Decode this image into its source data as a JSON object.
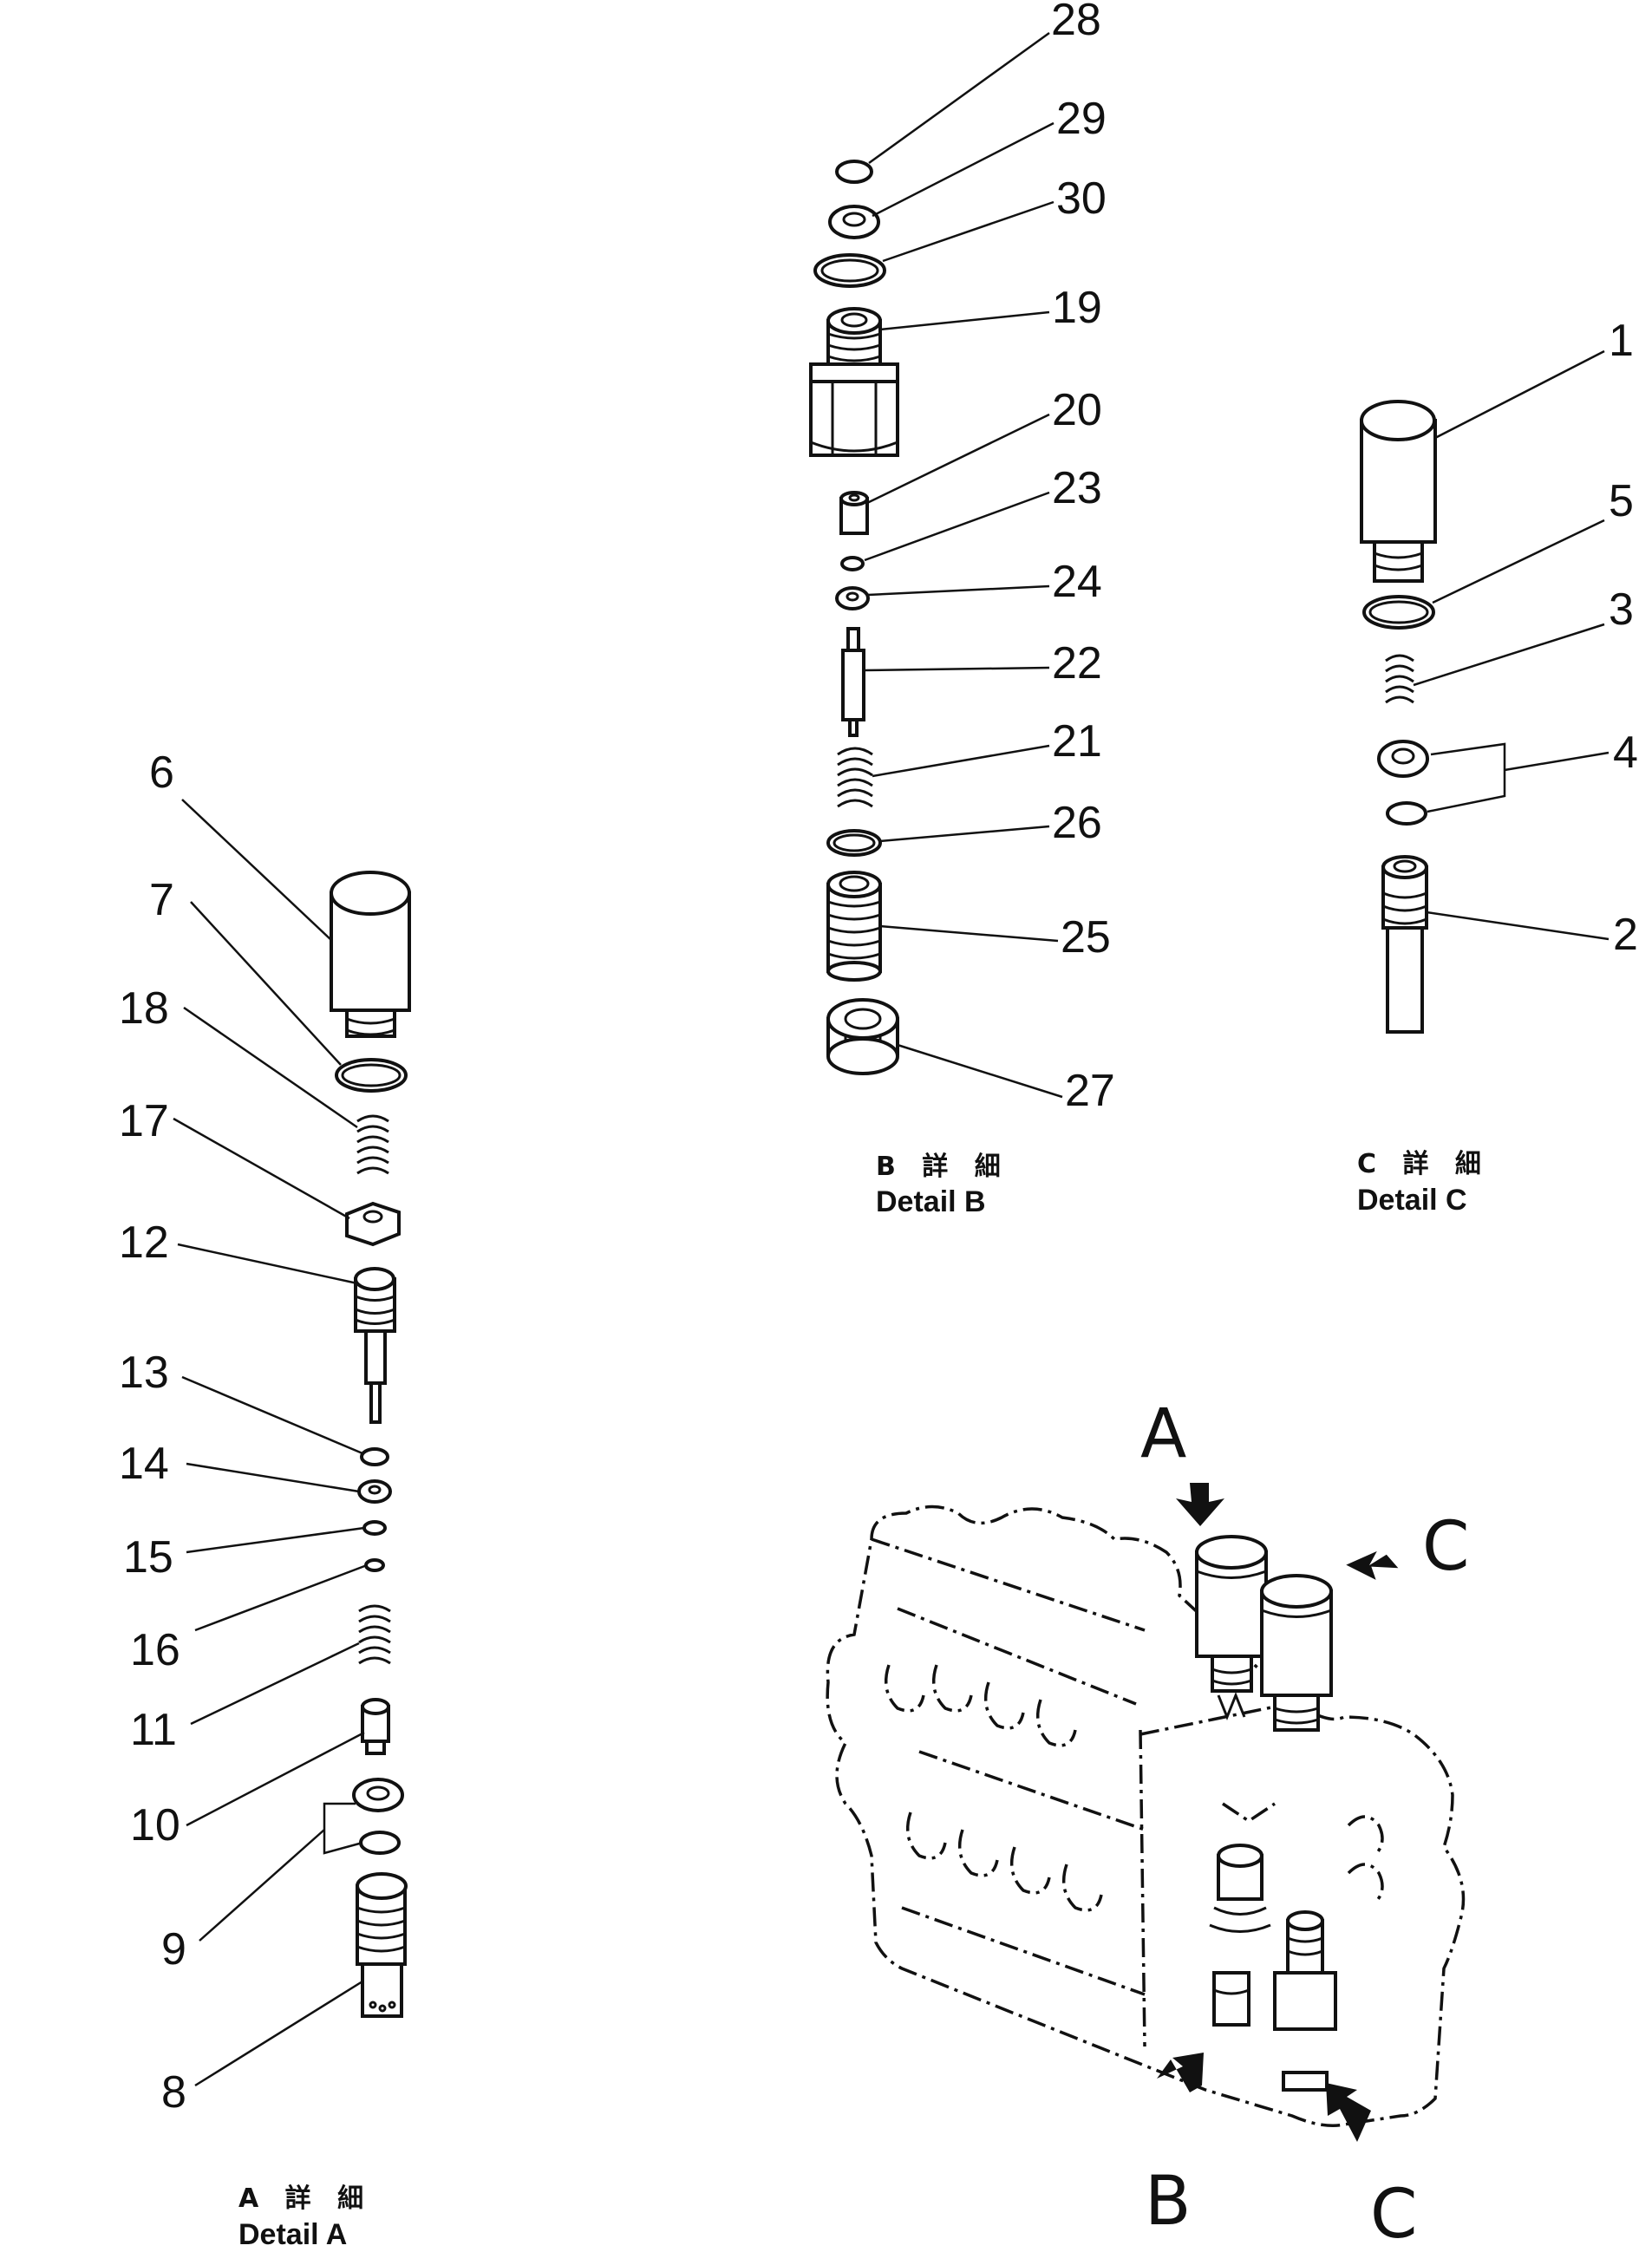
{
  "detail_a": {
    "caption_jp": "A 詳 細",
    "caption_en": "Detail A",
    "labels": {
      "p6": "6",
      "p7": "7",
      "p18": "18",
      "p17": "17",
      "p12": "12",
      "p13": "13",
      "p14": "14",
      "p15": "15",
      "p16": "16",
      "p11": "11",
      "p10": "10",
      "p9": "9",
      "p8": "8"
    }
  },
  "detail_b": {
    "caption_jp": "B 詳 細",
    "caption_en": "Detail B",
    "labels": {
      "p28": "28",
      "p29": "29",
      "p30": "30",
      "p19": "19",
      "p20": "20",
      "p23": "23",
      "p24": "24",
      "p22": "22",
      "p21": "21",
      "p26": "26",
      "p25": "25",
      "p27": "27"
    }
  },
  "detail_c": {
    "caption_jp": "C 詳 細",
    "caption_en": "Detail C",
    "labels": {
      "p1": "1",
      "p5": "5",
      "p3": "3",
      "p4": "4",
      "p2": "2"
    }
  },
  "assembly": {
    "arrow_labels": {
      "a": "A",
      "c_top": "C",
      "b": "B",
      "c_bottom": "C"
    }
  }
}
